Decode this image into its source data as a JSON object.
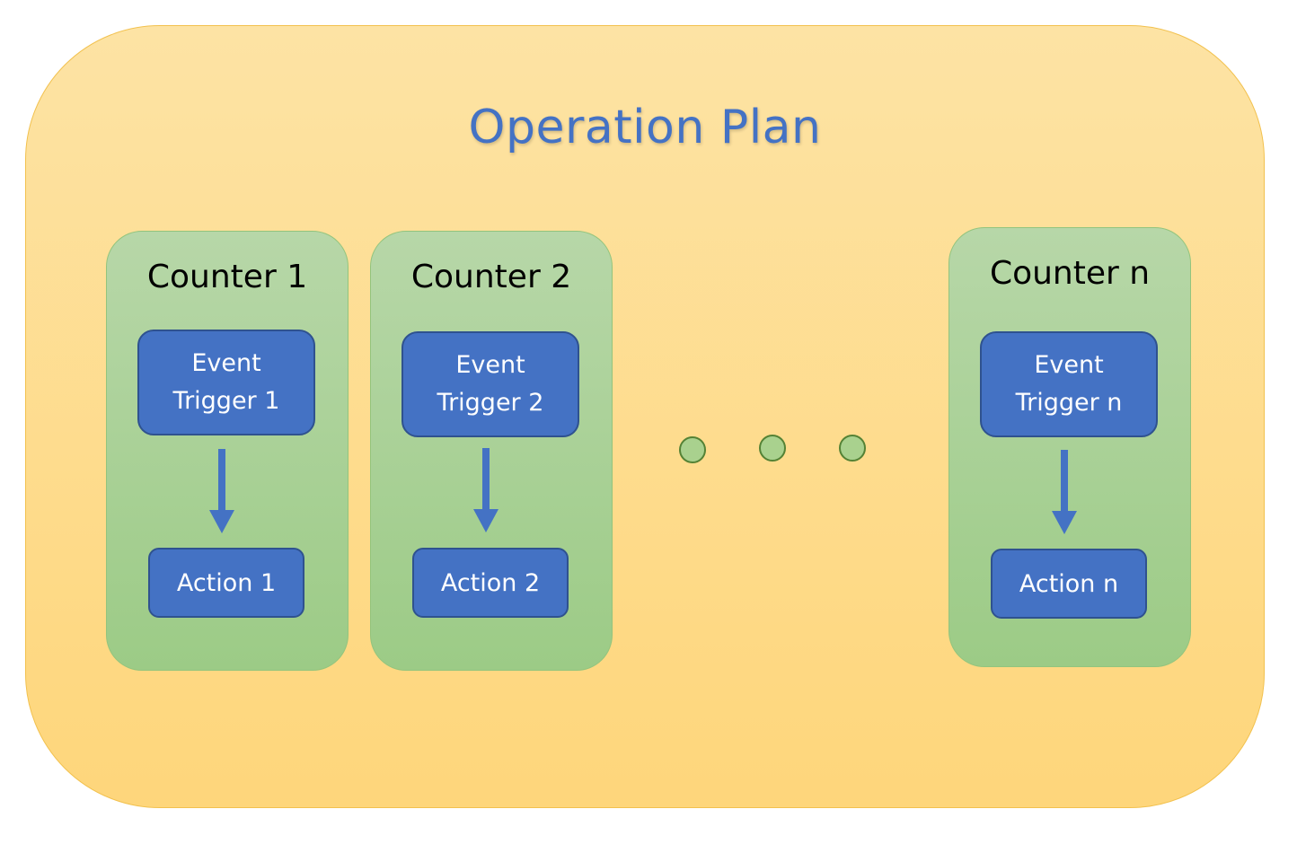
{
  "title": "Operation Plan",
  "counters": [
    {
      "title": "Counter 1",
      "event_line1": "Event",
      "event_line2": "Trigger 1",
      "action": "Action 1"
    },
    {
      "title": "Counter 2",
      "event_line1": "Event",
      "event_line2": "Trigger 2",
      "action": "Action 2"
    },
    {
      "title": "Counter n",
      "event_line1": "Event",
      "event_line2": "Trigger n",
      "action": "Action n"
    }
  ],
  "colors": {
    "plan_fill": "#fed67b",
    "counter_fill": "#a9d18e",
    "box_fill": "#4472c4",
    "title_text": "#4472c4"
  }
}
